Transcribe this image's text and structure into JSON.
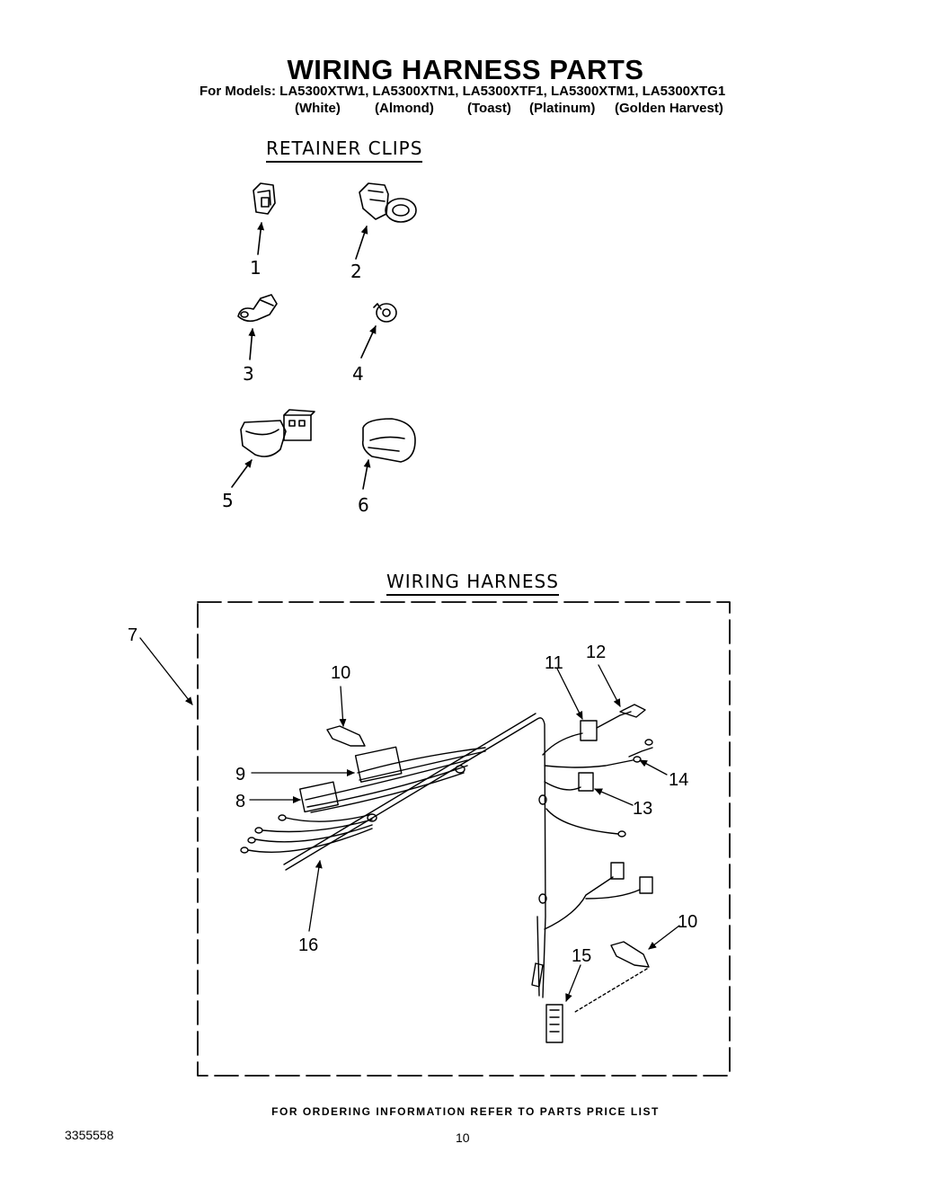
{
  "header": {
    "title": "WIRING HARNESS PARTS",
    "models_line": "For Models: LA5300XTW1, LA5300XTN1, LA5300XTF1, LA5300XTM1, LA5300XTG1",
    "colors": [
      "(White)",
      "(Almond)",
      "(Toast)",
      "(Platinum)",
      "(Golden Harvest)"
    ]
  },
  "retainer_clips": {
    "heading": "RETAINER CLIPS",
    "items": [
      "1",
      "2",
      "3",
      "4",
      "5",
      "6"
    ]
  },
  "wiring_harness": {
    "heading": "WIRING HARNESS",
    "callouts": {
      "c7": "7",
      "c8": "8",
      "c9": "9",
      "c10a": "10",
      "c10b": "10",
      "c11": "11",
      "c12": "12",
      "c13": "13",
      "c14": "14",
      "c15": "15",
      "c16": "16"
    }
  },
  "footer": {
    "ordering_note": "FOR ORDERING INFORMATION REFER TO PARTS PRICE LIST",
    "document_number": "3355558",
    "page_number": "10"
  }
}
